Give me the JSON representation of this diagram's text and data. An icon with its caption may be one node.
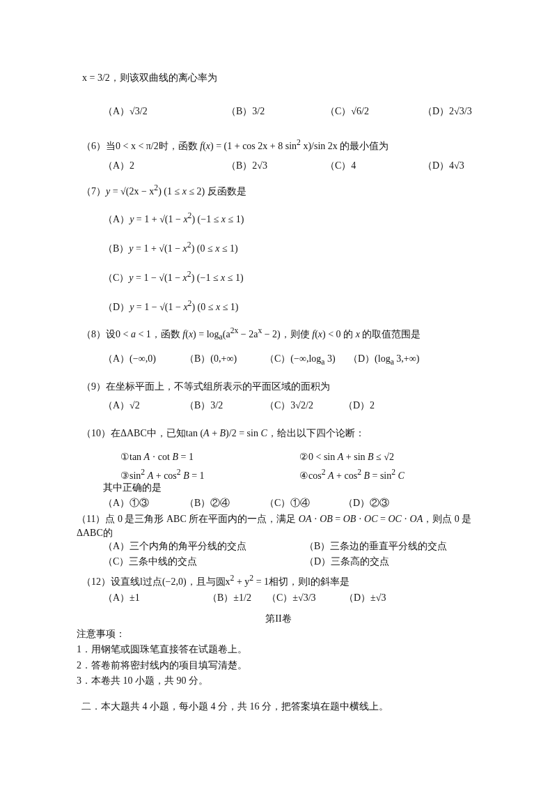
{
  "diagram": {
    "labels": [
      "x = 3/2，则该双曲线的离心率为",
      "（A）√3/2",
      "（B）3/2",
      "（C）√6/2",
      "（D）2√3/3",
      "（6）当0 < x < π/2时，函数 *f*(*x*) = (1 + cos 2x + 8 sin$^{2}$ x)/sin 2x 的最小值为",
      "（A）2",
      "（B）2√3",
      "（C）4",
      "（D）4√3",
      "（7）*y* = √(2x − x$^{2}$)  (1 ≤ *x* ≤ 2) 反函数是",
      "（A）*y* = 1 + √(1 − *x*$^{2}$)  (−1 ≤ *x* ≤ 1)",
      "（B）*y* = 1 + √(1 − *x*$^{2}$)  (0 ≤ *x* ≤ 1)",
      "（C）*y* = 1 − √(1 − *x*$^{2}$)  (−1 ≤ *x* ≤ 1)",
      "（D）*y* = 1 − √(1 − *x*$^{2}$)  (0 ≤ *x* ≤ 1)",
      "（8）设0 < *a* < 1，函数 *f*(*x*) = log$_{a}$(a$^{2x}$ − 2a$^{x}$ − 2)，则使 *f*(*x*) < 0 的 *x* 的取值范围是",
      "（A）(−∞,0)",
      "（B）(0,+∞)",
      "（C）(−∞,log$_{a}$ 3)",
      "（D）(log$_{a}$ 3,+∞)",
      "（9）在坐标平面上，不等式组所表示的平面区域的面积为",
      "（A）√2",
      "（B）3/2",
      "（C）3√2/2",
      "（D）2",
      "（10）在ΔABC中，已知tan (*A* + *B*)/2 = sin *C*，给出以下四个论断：",
      "①tan *A* · cot *B* = 1",
      "②0 < sin *A* + sin *B* ≤ √2",
      "③sin$^{2}$ *A* + cos$^{2}$ *B* = 1",
      "④cos$^{2}$ *A* + cos$^{2}$ *B* = sin$^{2}$ *C*",
      "其中正确的是",
      "（A）①③",
      "（B）②④",
      "（C）①④",
      "（D）②③",
      "（11）点 0 是三角形 ABC 所在平面内的一点，满足 *OA* · *OB* = *OB* · *OC* = *OC* · *OA*，则点 0 是ΔABC的",
      "（A）三个内角的角平分线的交点",
      "（B）三条边的垂直平分线的交点",
      "（C）三条中线的交点",
      "（D）三条高的交点",
      "（12）设直线l过点(−2,0)，且与圆x$^{2}$ + y$^{2}$ = 1相切，则l的斜率是",
      "（A）±1",
      "（B）±1/2",
      "（C）±√3/3",
      "（D）±√3",
      "第II卷",
      "注意事项：",
      "1．用钢笔或圆珠笔直接答在试题卷上。",
      "2．答卷前将密封线内的项目填写清楚。",
      "3．本卷共 10 小题，共 90 分。",
      "二．本大题共 4 小题，每小题 4 分，共 16 分，把答案填在题中横线上。"
    ]
  }
}
